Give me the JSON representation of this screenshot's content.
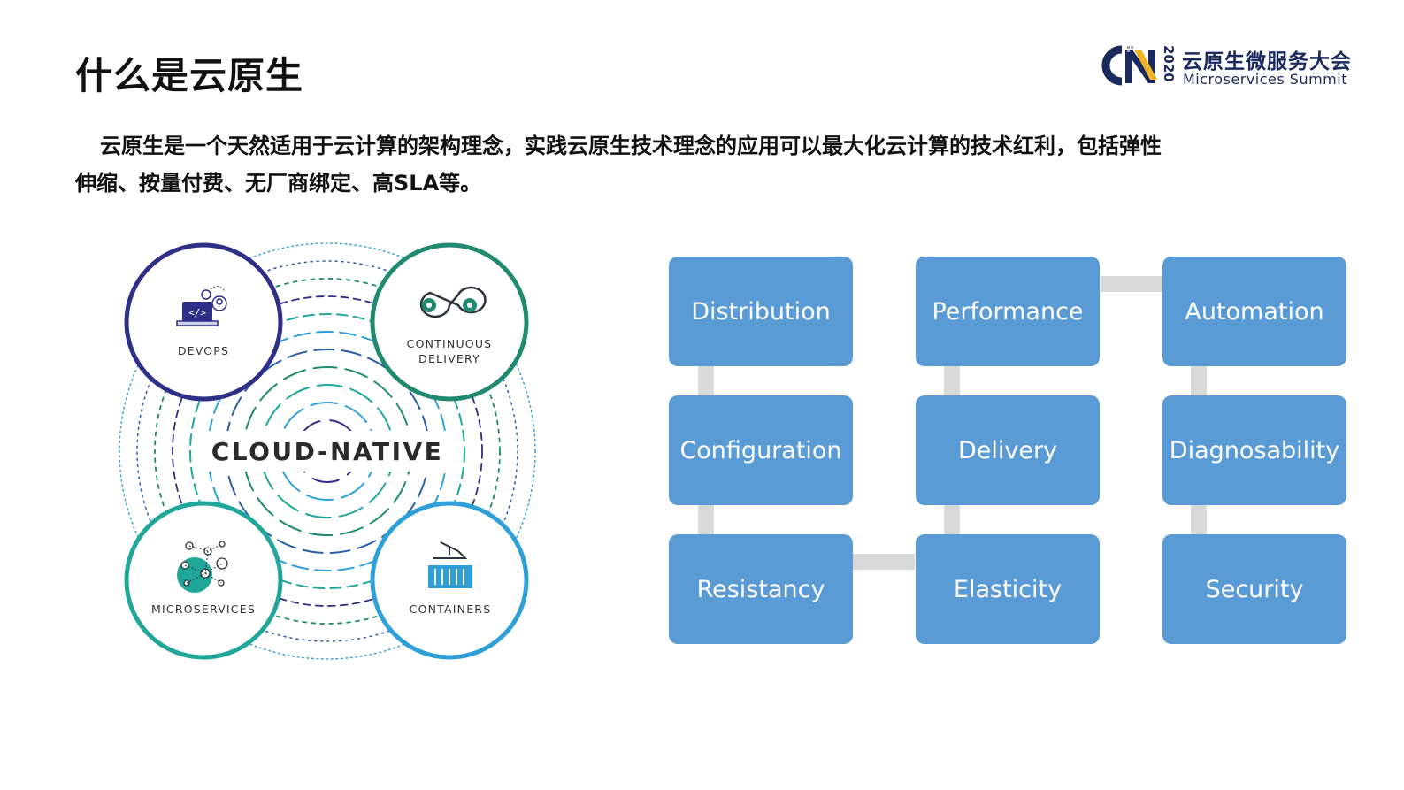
{
  "title": "什么是云原生",
  "logo": {
    "mark": "CN",
    "year": "2020",
    "name_cn": "云原生微服务大会",
    "name_en": "Microservices  Summit"
  },
  "intro": "云原生是一个天然适用于云计算的架构理念，实践云原生技术理念的应用可以最大化云计算的技术红利，包括弹性伸缩、按量付费、无厂商绑定、高SLA等。",
  "diagram": {
    "center": "CLOUD-NATIVE",
    "circles": [
      {
        "label": "DEVOPS",
        "color": "#2e2f86",
        "icon": "laptop-code-icon"
      },
      {
        "label_line1": "CONTINUOUS",
        "label_line2": "DELIVERY",
        "color": "#1f8a6f",
        "icon": "gears-infinity-icon"
      },
      {
        "label": "MICROSERVICES",
        "color": "#21a79a",
        "icon": "network-nodes-icon"
      },
      {
        "label": "CONTAINERS",
        "color": "#2f9fd8",
        "icon": "container-crane-icon"
      }
    ]
  },
  "grid": {
    "box_color": "#5b9bd5",
    "connector_color": "#d9d9d9",
    "boxes": [
      "Distribution",
      "Performance",
      "Automation",
      "Configuration",
      "Delivery",
      "Diagnosability",
      "Resistancy",
      "Elasticity",
      "Security"
    ]
  }
}
